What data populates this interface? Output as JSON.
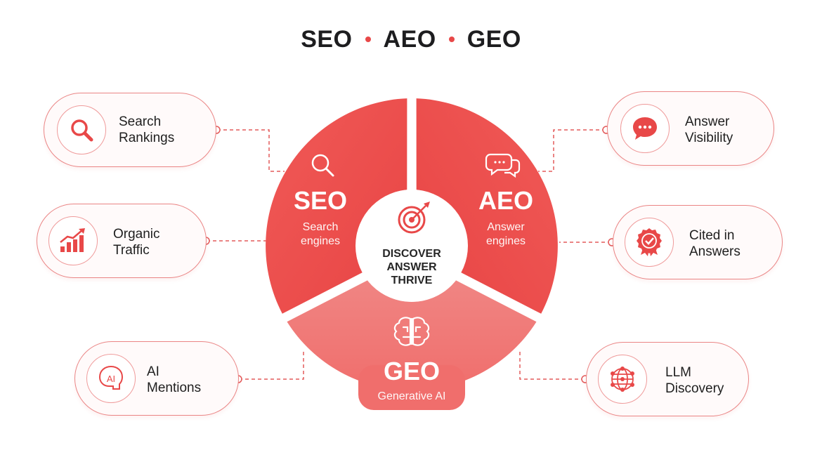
{
  "title": {
    "parts": [
      "SEO",
      "AEO",
      "GEO"
    ]
  },
  "center": {
    "lines": [
      "DISCOVER",
      "ANSWER",
      "THRIVE"
    ],
    "icon": "target-icon"
  },
  "segments": [
    {
      "key": "seo",
      "title": "SEO",
      "subtitle_lines": [
        "Search",
        "engines"
      ],
      "icon": "magnifier-icon",
      "color": "#ef5350"
    },
    {
      "key": "aeo",
      "title": "AEO",
      "subtitle_lines": [
        "Answer",
        "engines"
      ],
      "icon": "chat-bubbles-icon",
      "color": "#ef5350"
    },
    {
      "key": "geo",
      "title": "GEO",
      "subtitle": "Generative AI",
      "icon": "brain-icon",
      "color": "#f27a78"
    }
  ],
  "left_items": [
    {
      "label_lines": [
        "Search",
        "Rankings"
      ],
      "icon": "search-icon"
    },
    {
      "label_lines": [
        "Organic",
        "Traffic"
      ],
      "icon": "growth-chart-icon"
    },
    {
      "label_lines": [
        "AI",
        "Mentions"
      ],
      "icon": "ai-head-icon"
    }
  ],
  "right_items": [
    {
      "label_lines": [
        "Answer",
        "Visibility"
      ],
      "icon": "speech-bubble-icon"
    },
    {
      "label_lines": [
        "Cited in",
        "Answers"
      ],
      "icon": "award-badge-icon"
    },
    {
      "label_lines": [
        "LLM",
        "Discovery"
      ],
      "icon": "network-globe-icon"
    }
  ],
  "colors": {
    "accent": "#e84848",
    "seo": "#ef5350",
    "aeo": "#ef5350",
    "geo": "#f27a78",
    "pill_border": "#ea8585"
  }
}
